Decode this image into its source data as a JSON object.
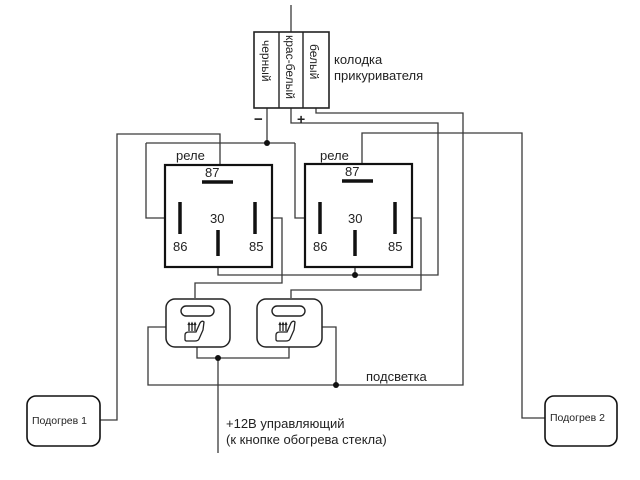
{
  "diagram": {
    "type": "wiring-schematic",
    "connector": {
      "label_line1": "колодка",
      "label_line2": "прикуривателя",
      "wires": [
        "черный",
        "крас-белый",
        "белый"
      ],
      "minus_label": "−",
      "plus_label": "+"
    },
    "relay1": {
      "label": "реле",
      "pins": {
        "p87": "87",
        "p30": "30",
        "p86": "86",
        "p85": "85"
      }
    },
    "relay2": {
      "label": "реле",
      "pins": {
        "p87": "87",
        "p30": "30",
        "p86": "86",
        "p85": "85"
      }
    },
    "switches": [
      {
        "name": "seat-heater-switch-1"
      },
      {
        "name": "seat-heater-switch-2"
      }
    ],
    "backlight_label": "подсветка",
    "control_label_line1": "+12В управляющий",
    "control_label_line2": "(к кнопке обогрева стекла)",
    "heater1_label": "Подогрев 1",
    "heater2_label": "Подогрев 2",
    "colors": {
      "line": "#3a3a3a",
      "outline": "#111111",
      "background": "#ffffff"
    }
  }
}
